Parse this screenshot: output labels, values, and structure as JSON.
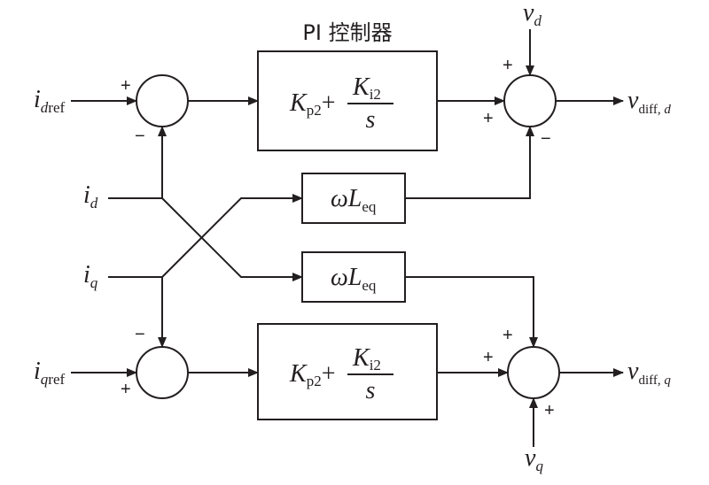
{
  "title": "PI 控制器",
  "signals": {
    "i_dref": {
      "main": "i",
      "sub": "dref"
    },
    "i_qref": {
      "main": "i",
      "sub": "qref"
    },
    "i_d": {
      "main": "i",
      "sub": "d"
    },
    "i_q": {
      "main": "i",
      "sub": "q"
    },
    "v_d": {
      "main": "v",
      "sub": "d"
    },
    "v_q": {
      "main": "v",
      "sub": "q"
    },
    "v_diff_d": {
      "main": "v",
      "sub": "diff, ",
      "sub_var": "d"
    },
    "v_diff_q": {
      "main": "v",
      "sub": "diff, ",
      "sub_var": "q"
    }
  },
  "pi_block": {
    "kp_main": "K",
    "kp_sub": "p2",
    "plus": "+",
    "ki_main": "K",
    "ki_sub": "i2",
    "denominator": "s"
  },
  "coupling_block": {
    "omega": "ω",
    "l_main": "L",
    "l_sub": "eq"
  },
  "signs": {
    "plus": "+",
    "minus": "−"
  }
}
